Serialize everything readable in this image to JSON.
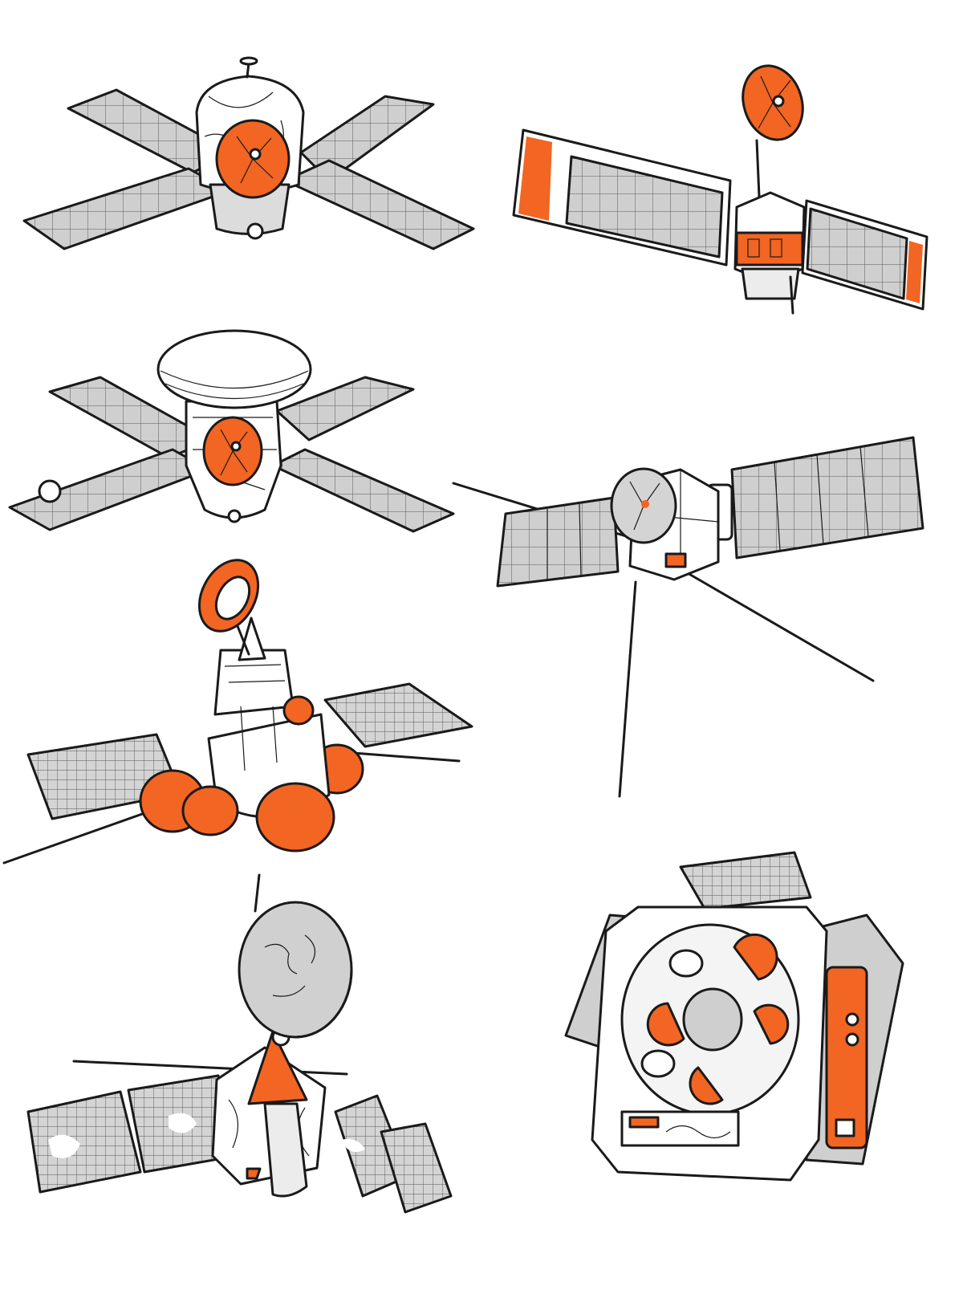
{
  "illustration": {
    "colors": {
      "background": "#ffffff",
      "outline": "#1a1a1a",
      "accent": "#f26522",
      "panel": "#cfcfcf",
      "panel_light": "#e6e6e6",
      "body": "#ffffff"
    },
    "spacecraft": [
      {
        "name": "cross-panel-probe-orange-dish"
      },
      {
        "name": "twin-panel-probe-mast-dish"
      },
      {
        "name": "cross-panel-probe-dome-top"
      },
      {
        "name": "twin-panel-probe-long-antennas"
      },
      {
        "name": "lander-probe-orange-tanks"
      },
      {
        "name": "probe-large-gray-dish"
      },
      {
        "name": "octagonal-bus-closeup"
      }
    ]
  }
}
